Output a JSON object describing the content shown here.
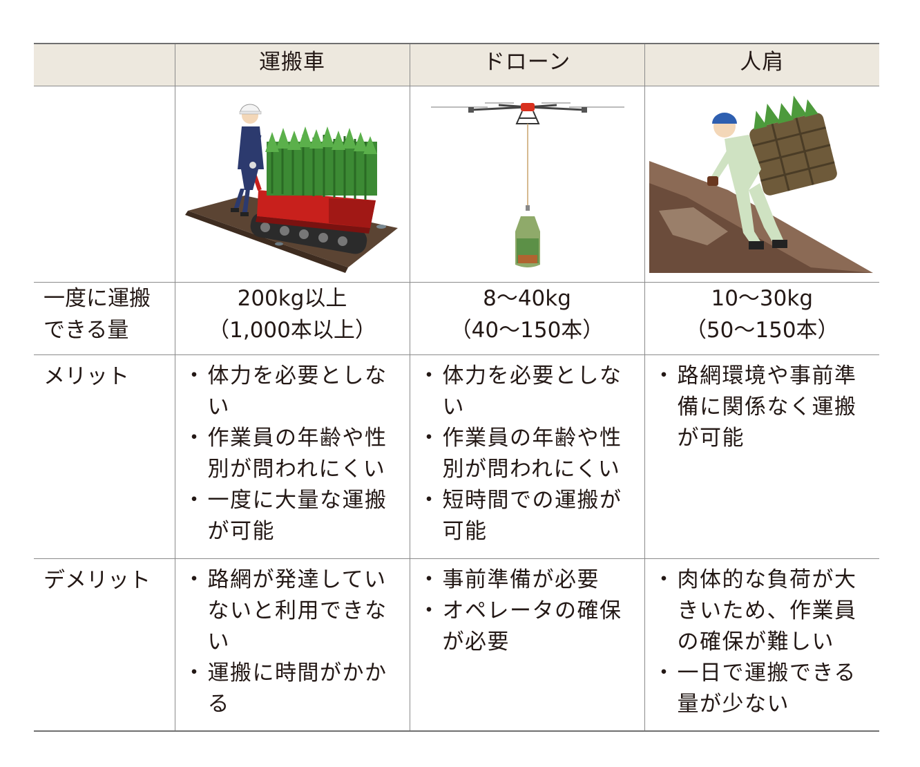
{
  "table": {
    "headers": [
      "",
      "運搬車",
      "ドローン",
      "人肩"
    ],
    "illustrations": [
      {
        "name": "crawler-carrier-illustration"
      },
      {
        "name": "drone-illustration"
      },
      {
        "name": "person-carrying-illustration"
      }
    ],
    "capacity": {
      "label_lines": [
        "一度に運搬",
        "できる量"
      ],
      "values": [
        {
          "line1": "200kg以上",
          "line2": "（1,000本以上）"
        },
        {
          "line1": "8～40kg",
          "line2": "（40～150本）"
        },
        {
          "line1": "10～30kg",
          "line2": "（50～150本）"
        }
      ]
    },
    "merits": {
      "label": "メリット",
      "columns": [
        [
          [
            "体力を必要としな",
            "い"
          ],
          [
            "作業員の年齢や性",
            "別が問われにくい"
          ],
          [
            "一度に大量な運搬",
            "が可能"
          ]
        ],
        [
          [
            "体力を必要としな",
            "い"
          ],
          [
            "作業員の年齢や性",
            "別が問われにくい"
          ],
          [
            "短時間での運搬が",
            "可能"
          ]
        ],
        [
          [
            "路網環境や事前準",
            "備に関係なく運搬",
            "が可能"
          ]
        ]
      ]
    },
    "demerits": {
      "label": "デメリット",
      "columns": [
        [
          [
            "路網が発達してい",
            "ないと利用できな",
            "い"
          ],
          [
            "運搬に時間がかか",
            "る"
          ]
        ],
        [
          [
            "事前準備が必要"
          ],
          [
            "オペレータの確保",
            "が必要"
          ]
        ],
        [
          [
            "肉体的な負荷が大",
            "きいため、作業員",
            "の確保が難しい"
          ],
          [
            "一日で運搬できる",
            "量が少ない"
          ]
        ]
      ]
    }
  }
}
